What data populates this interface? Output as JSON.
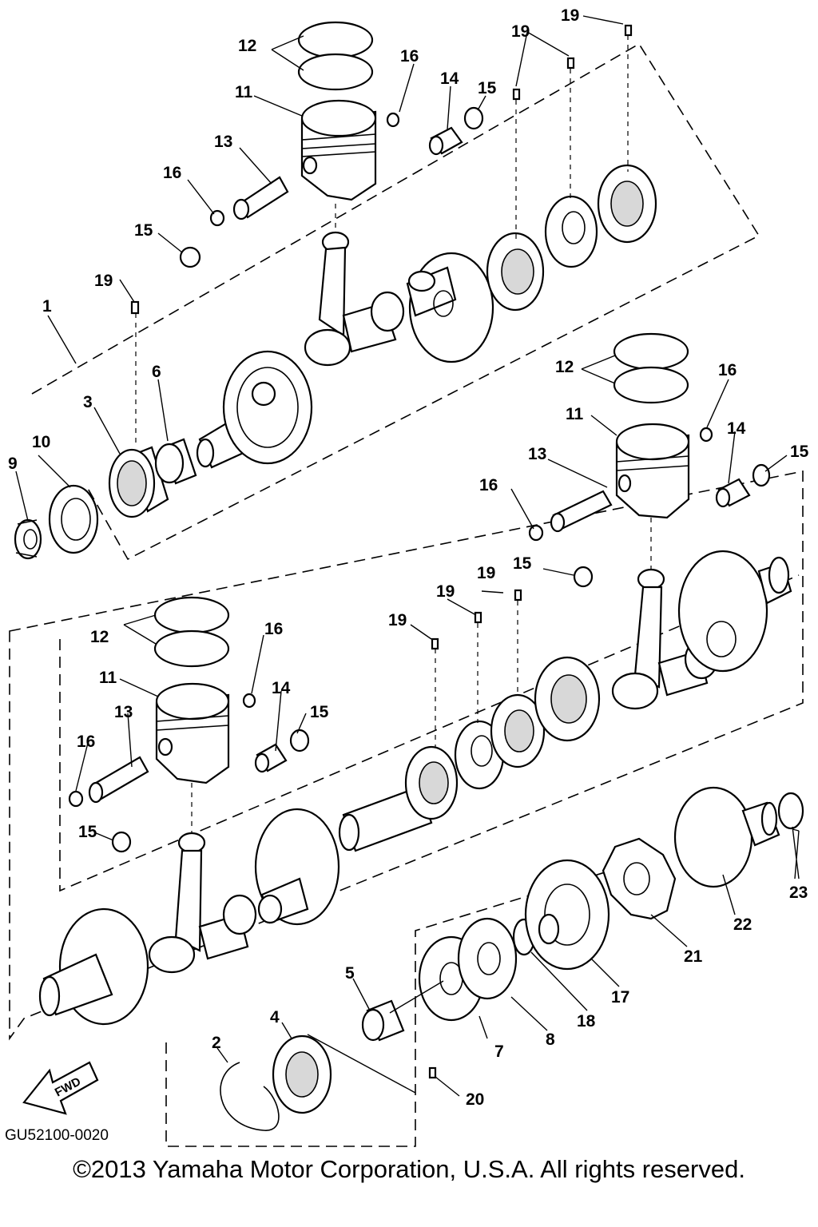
{
  "diagram": {
    "reference_code": "GU52100-0020",
    "copyright": "©2013 Yamaha Motor Corporation, U.S.A. All rights reserved.",
    "fwd_label": "FWD",
    "callouts": [
      {
        "id": "c1",
        "text": "1"
      },
      {
        "id": "c2",
        "text": "2"
      },
      {
        "id": "c3",
        "text": "3"
      },
      {
        "id": "c4",
        "text": "4"
      },
      {
        "id": "c5",
        "text": "5"
      },
      {
        "id": "c6",
        "text": "6"
      },
      {
        "id": "c7",
        "text": "7"
      },
      {
        "id": "c8",
        "text": "8"
      },
      {
        "id": "c9",
        "text": "9"
      },
      {
        "id": "c10",
        "text": "10"
      },
      {
        "id": "c11",
        "text": "11"
      },
      {
        "id": "c12",
        "text": "12"
      },
      {
        "id": "c13",
        "text": "13"
      },
      {
        "id": "c14",
        "text": "14"
      },
      {
        "id": "c15",
        "text": "15"
      },
      {
        "id": "c16",
        "text": "16"
      },
      {
        "id": "c17",
        "text": "17"
      },
      {
        "id": "c18",
        "text": "18"
      },
      {
        "id": "c19",
        "text": "19"
      },
      {
        "id": "c20",
        "text": "20"
      },
      {
        "id": "c21",
        "text": "21"
      },
      {
        "id": "c22",
        "text": "22"
      },
      {
        "id": "c23",
        "text": "23"
      }
    ]
  }
}
